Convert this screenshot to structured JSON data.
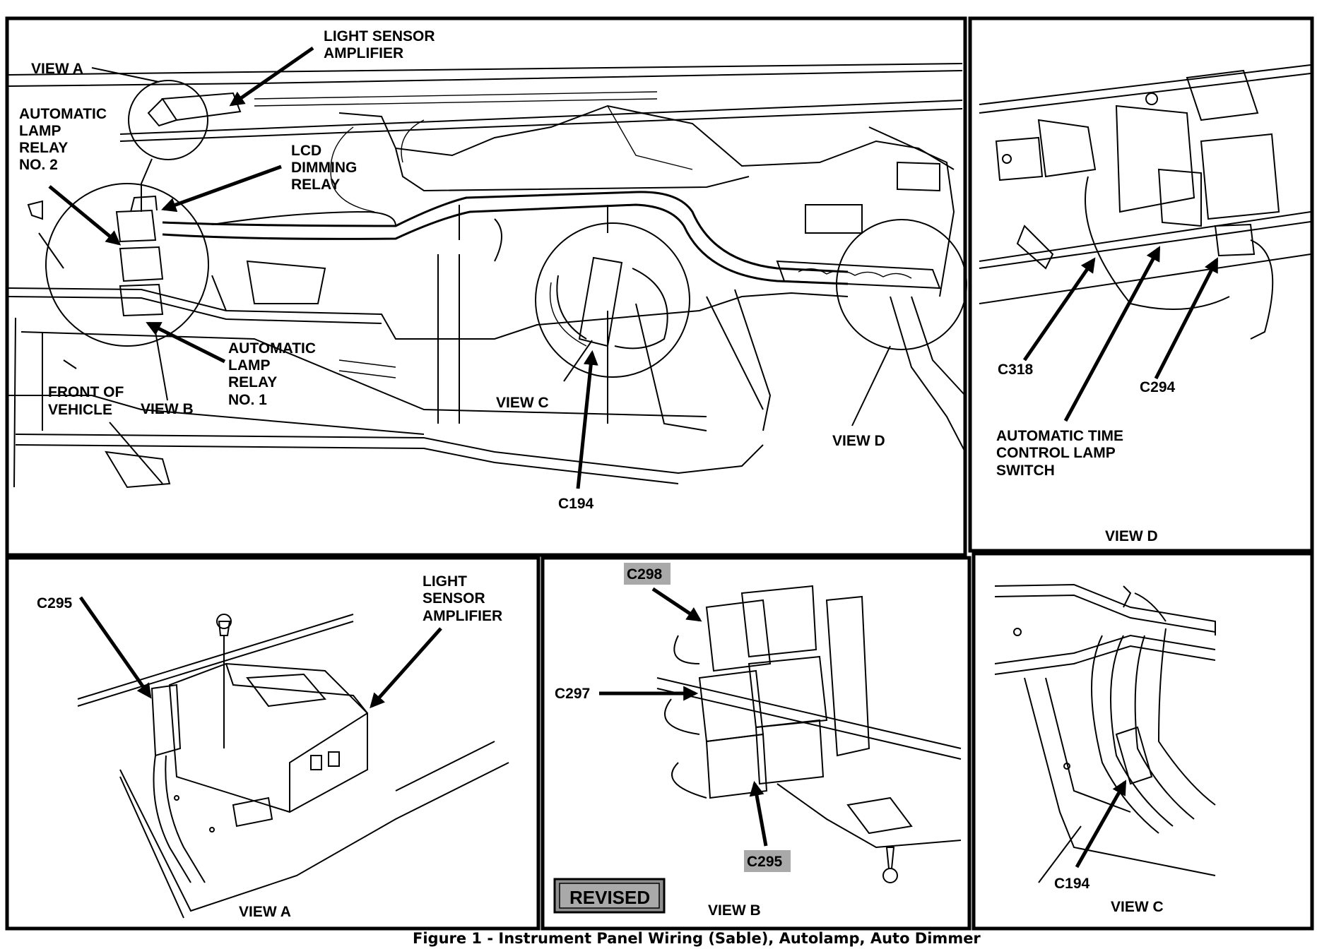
{
  "caption": "Figure 1 - Instrument Panel Wiring (Sable), Autolamp, Auto Dimmer",
  "badge": "REVISED",
  "main_view": {
    "view_a": "VIEW A",
    "light_sensor_amplifier": [
      "LIGHT SENSOR",
      "AMPLIFIER"
    ],
    "automatic_lamp_relay_2": [
      "AUTOMATIC",
      "LAMP",
      "RELAY",
      "NO. 2"
    ],
    "lcd_dimming_relay": [
      "LCD",
      "DIMMING",
      "RELAY"
    ],
    "automatic_lamp_relay_1": [
      "AUTOMATIC",
      "LAMP",
      "RELAY",
      "NO. 1"
    ],
    "front_of_vehicle": [
      "FRONT OF",
      "VEHICLE"
    ],
    "view_b": "VIEW B",
    "view_c": "VIEW C",
    "view_d": "VIEW D",
    "c194": "C194"
  },
  "view_d_panel": {
    "c318": "C318",
    "c294": "C294",
    "switch": [
      "AUTOMATIC TIME",
      "CONTROL LAMP",
      "SWITCH"
    ],
    "title": "VIEW D"
  },
  "view_a_panel": {
    "c295": "C295",
    "light_sensor_amplifier": [
      "LIGHT",
      "SENSOR",
      "AMPLIFIER"
    ],
    "title": "VIEW A"
  },
  "view_b_panel": {
    "c298": "C298",
    "c297": "C297",
    "c295": "C295",
    "title": "VIEW B"
  },
  "view_c_panel": {
    "c194": "C194",
    "title": "VIEW C"
  }
}
